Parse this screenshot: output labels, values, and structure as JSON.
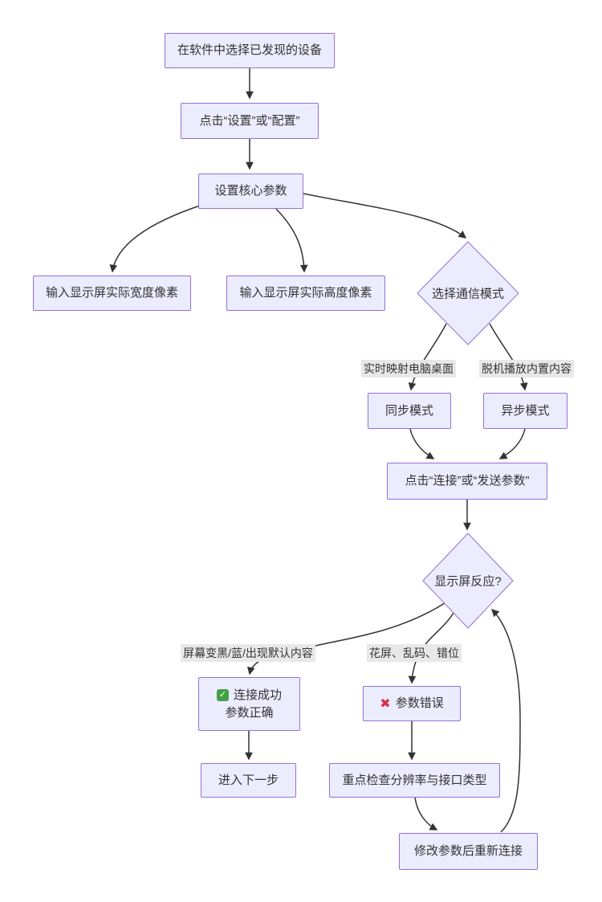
{
  "diagram": {
    "type": "flowchart",
    "background": "#ffffff",
    "node_fill": "#ECECFF",
    "node_border": "#9370DB",
    "edge_color": "#333333",
    "edge_label_bg": "#e8e8e8",
    "text_color": "#333333",
    "success_color": "#43a047",
    "error_color": "#dd2e44"
  },
  "nodes": {
    "select_device": "在软件中选择已发现的设备",
    "click_settings": "点击“设置”或“配置”",
    "set_core_params": "设置核心参数",
    "input_width": "输入显示屏实际宽度像素",
    "input_height": "输入显示屏实际高度像素",
    "choose_comm_mode": "选择通信模式",
    "sync_mode": "同步模式",
    "async_mode": "异步模式",
    "click_connect": "点击“连接”或“发送参数”",
    "screen_response": "显示屏反应?",
    "connect_success_line1": "连接成功",
    "connect_success_line2": "参数正确",
    "param_error": "参数错误",
    "next_step": "进入下一步",
    "check_resolution": "重点检查分辨率与接口类型",
    "modify_retry": "修改参数后重新连接"
  },
  "edge_labels": {
    "realtime_mirror": "实时映射电脑桌面",
    "offline_playback": "脱机播放内置内容",
    "screen_normal": "屏幕变黑/蓝/出现默认内容",
    "screen_garbled": "花屏、乱码、错位"
  },
  "icons": {
    "check_glyph": "✓",
    "cross_glyph": "✖"
  }
}
